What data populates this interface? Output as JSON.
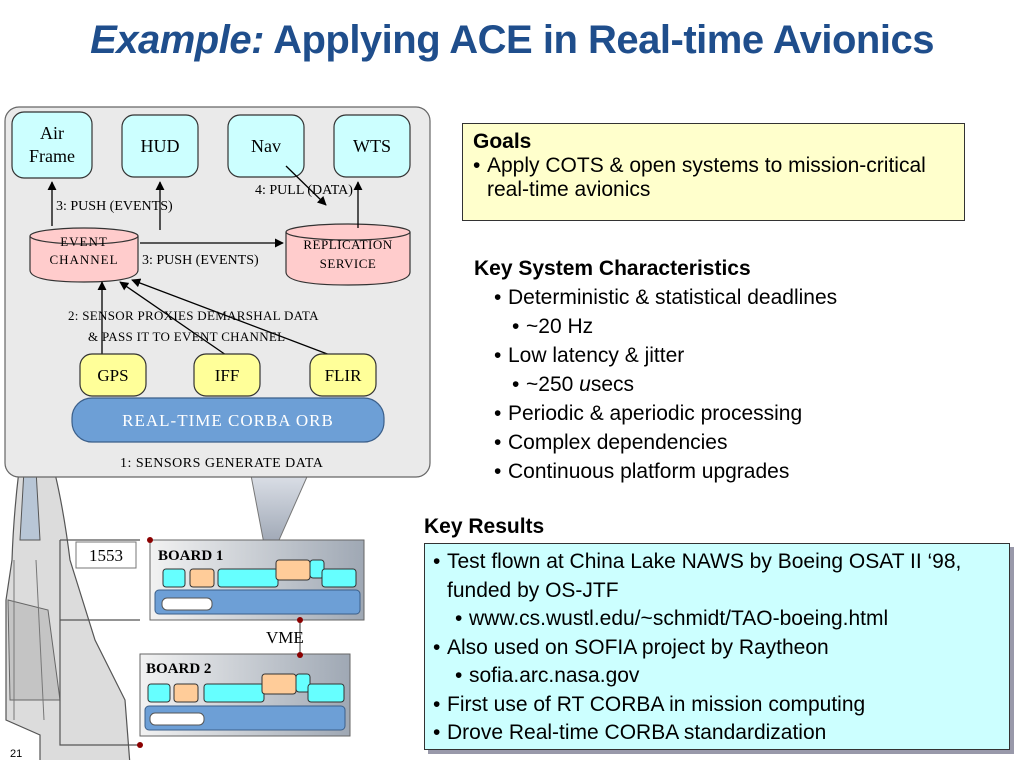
{
  "title": {
    "example": "Example:",
    "rest": "Applying ACE in Real-time Avionics"
  },
  "diagram": {
    "air_frame": [
      "Air",
      "Frame"
    ],
    "hud": "HUD",
    "nav": "Nav",
    "wts": "WTS",
    "event_channel": [
      "EVENT",
      "CHANNEL"
    ],
    "replication_service": [
      "REPLICATION",
      "SERVICE"
    ],
    "step4": "4: PULL (DATA)",
    "step3a": "3: PUSH (EVENTS)",
    "step3b": "3: PUSH (EVENTS)",
    "step2a": "2: SENSOR PROXIES DEMARSHAL DATA",
    "step2b": "& PASS IT TO EVENT CHANNEL",
    "gps": "GPS",
    "iff": "IFF",
    "flir": "FLIR",
    "orb": "REAL-TIME CORBA ORB",
    "step1": "1: SENSORS GENERATE DATA",
    "bus1553": "1553",
    "board1": "BOARD 1",
    "board2": "BOARD 2",
    "vme": "VME"
  },
  "goals": {
    "heading": "Goals",
    "items": [
      "Apply COTS & open systems to mission-critical real-time avionics"
    ]
  },
  "key_system": {
    "heading": "Key System Characteristics",
    "b1": "Deterministic & statistical deadlines",
    "b1a": "~20 Hz",
    "b2": "Low latency & jitter",
    "b2a_pre": "~250 ",
    "b2a_u": "u",
    "b2a_post": "secs",
    "b3": "Periodic & aperiodic processing",
    "b4": "Complex dependencies",
    "b5": "Continuous platform upgrades"
  },
  "key_results": {
    "heading": "Key Results",
    "r1": "Test flown at China Lake NAWS by Boeing OSAT II ‘98, funded by OS-JTF",
    "r1a": "www.cs.wustl.edu/~schmidt/TAO-boeing.html",
    "r2": "Also used on SOFIA project by Raytheon",
    "r2a": "sofia.arc.nasa.gov",
    "r3": "First use of RT CORBA in mission computing",
    "r4": "Drove Real-time CORBA standardization"
  },
  "slide_number": "21"
}
